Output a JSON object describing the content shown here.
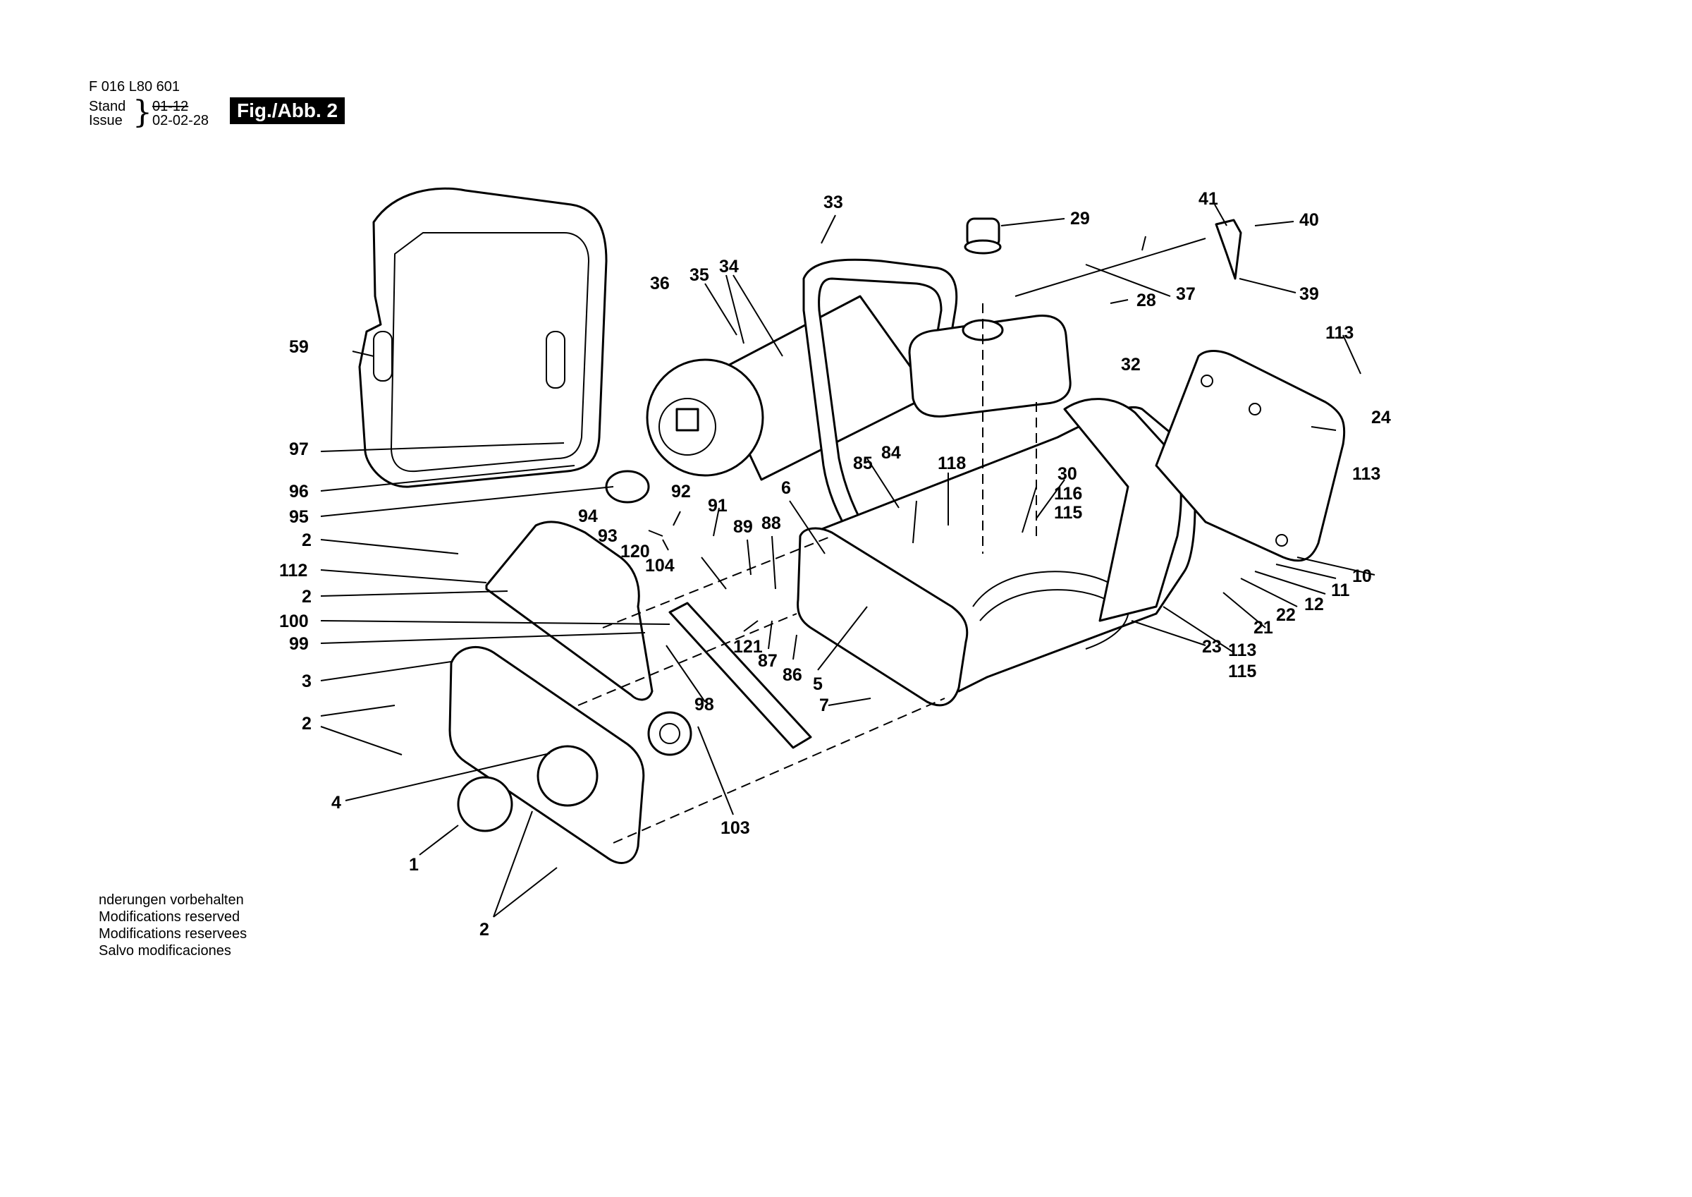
{
  "header": {
    "code": "F 016 L80 601",
    "stand_label": "Stand",
    "issue_label": "Issue",
    "stand_value": "01-12",
    "issue_value": "02-02-28",
    "figure": "Fig./Abb. 2"
  },
  "footer": {
    "lines": [
      "nderungen vorbehalten",
      "Modifications reserved",
      "Modifications reservees",
      "Salvo modificaciones"
    ]
  },
  "labels": {
    "l1": "1",
    "l2a": "2",
    "l2b": "2",
    "l2c": "2",
    "l2d": "2",
    "l3": "3",
    "l4": "4",
    "l5": "5",
    "l6": "6",
    "l7": "7",
    "l10": "10",
    "l11": "11",
    "l12": "12",
    "l21": "21",
    "l22": "22",
    "l23": "23",
    "l24": "24",
    "l28": "28",
    "l29": "29",
    "l30": "30",
    "l32": "32",
    "l33": "33",
    "l34": "34",
    "l35": "35",
    "l36": "36",
    "l37": "37",
    "l39": "39",
    "l40": "40",
    "l41": "41",
    "l59": "59",
    "l84": "84",
    "l85": "85",
    "l86": "86",
    "l87": "87",
    "l88": "88",
    "l89": "89",
    "l91": "91",
    "l92": "92",
    "l93": "93",
    "l94": "94",
    "l95": "95",
    "l96": "96",
    "l97": "97",
    "l98": "98",
    "l99": "99",
    "l100": "100",
    "l103": "103",
    "l104": "104",
    "l112": "112",
    "l113a": "113",
    "l113b": "113",
    "l113c": "113",
    "l115a": "115",
    "l115b": "115",
    "l116": "116",
    "l118": "118",
    "l120": "120",
    "l121": "121"
  }
}
